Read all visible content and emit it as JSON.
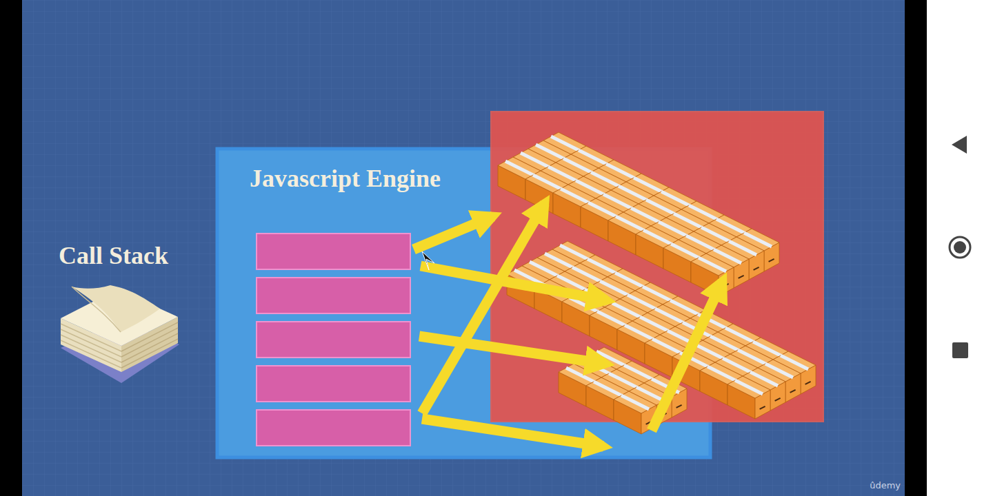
{
  "diagram": {
    "nodes": [
      {
        "text": [
          "Javascript Engine"
        ]
      }
    ],
    "labels": [
      "Call Stack",
      "ûdemy"
    ]
  }
}
